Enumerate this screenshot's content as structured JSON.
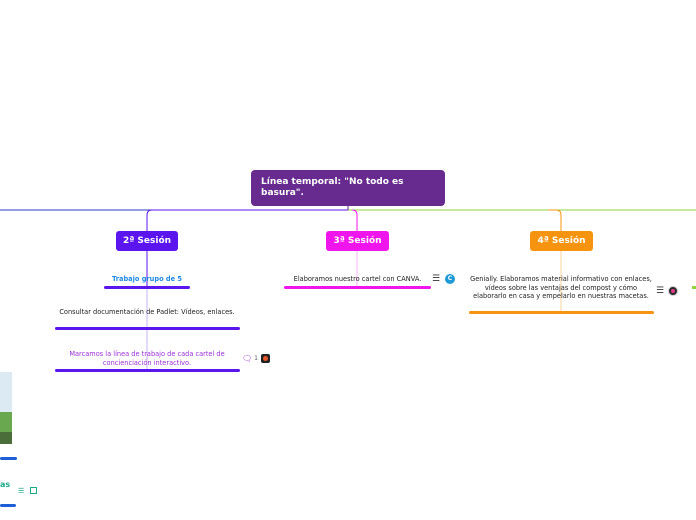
{
  "root": {
    "title": "Línea temporal: \"No todo es basura\"."
  },
  "sessions": [
    {
      "label": "2ª Sesión",
      "color": "#5b16ef"
    },
    {
      "label": "3ª Sesión",
      "color": "#f014ed"
    },
    {
      "label": "4ª Sesión",
      "color": "#f7940f"
    }
  ],
  "session2": {
    "items": [
      "Trabajo grupo de 5",
      "Consultar documentación de Padlet: Vídeos, enlaces.",
      "Marcamos la línea de trabajo de cada cartel de concienciación interactivo."
    ],
    "comment_count": "1"
  },
  "session3": {
    "items": [
      "Elaboramos nuestro cartel con CANVA."
    ]
  },
  "session4": {
    "items": [
      "Genially. Elaboramos material informativo con enlaces, vídeos sobre las ventajas del compost y cómo elaborarlo en casa y empelarlo en nuestras macetas."
    ]
  },
  "left_partial": {
    "text": "as"
  },
  "colors": {
    "root": "#672a8e",
    "link_blue": "#1e88e5",
    "teal_text": "#1aa98b",
    "purple_text": "#9b2fd6",
    "green_branch": "#8ed63a",
    "left_branch": "#2d39c9"
  }
}
